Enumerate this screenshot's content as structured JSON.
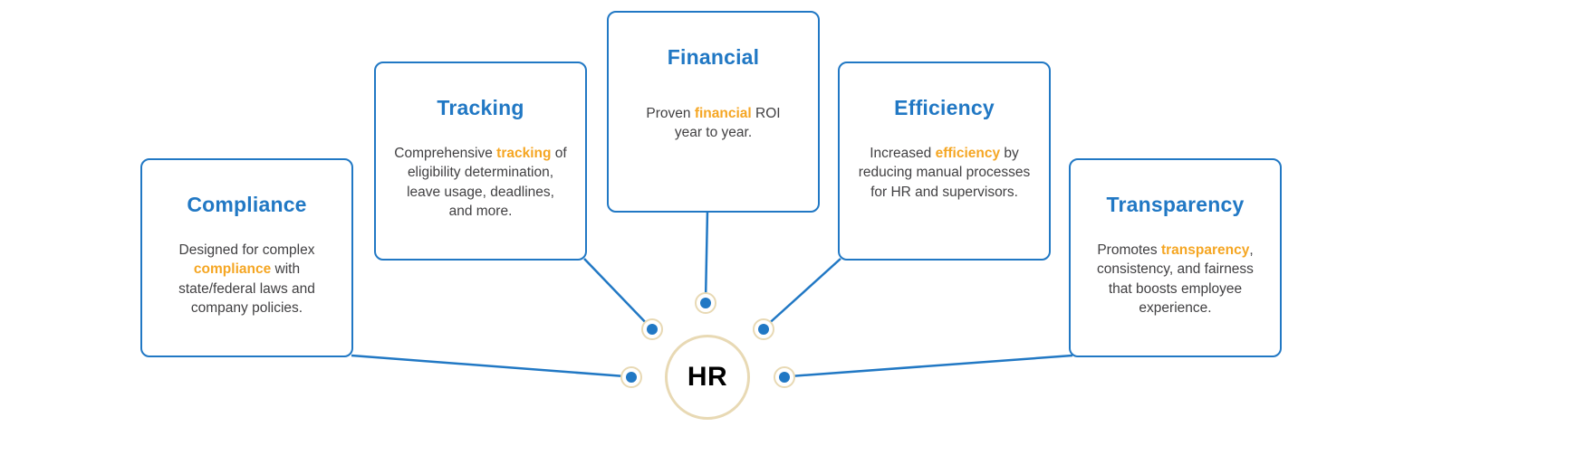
{
  "diagram": {
    "center_label": "HR",
    "colors": {
      "blue": "#2178C4",
      "orange": "#F5A623",
      "tan": "#E8D9B4",
      "text": "#414042"
    },
    "cards": [
      {
        "id": "compliance",
        "title": "Compliance",
        "body_pre": "Designed for complex ",
        "highlight": "compliance",
        "body_post": " with state/federal laws and company policies."
      },
      {
        "id": "tracking",
        "title": "Tracking",
        "body_pre": "Comprehensive ",
        "highlight": "tracking",
        "body_post": " of eligibility determination, leave usage, deadlines, and more."
      },
      {
        "id": "financial",
        "title": "Financial",
        "body_pre": "Proven ",
        "highlight": "financial",
        "body_post": " ROI year to year."
      },
      {
        "id": "efficiency",
        "title": "Efficiency",
        "body_pre": "Increased ",
        "highlight": "efficiency",
        "body_post": " by reducing manual processes for HR and supervisors."
      },
      {
        "id": "transparency",
        "title": "Transparency",
        "body_pre": "Promotes ",
        "highlight": "transparency",
        "body_post": ", consistency, and fairness that boosts employee experience."
      }
    ]
  }
}
